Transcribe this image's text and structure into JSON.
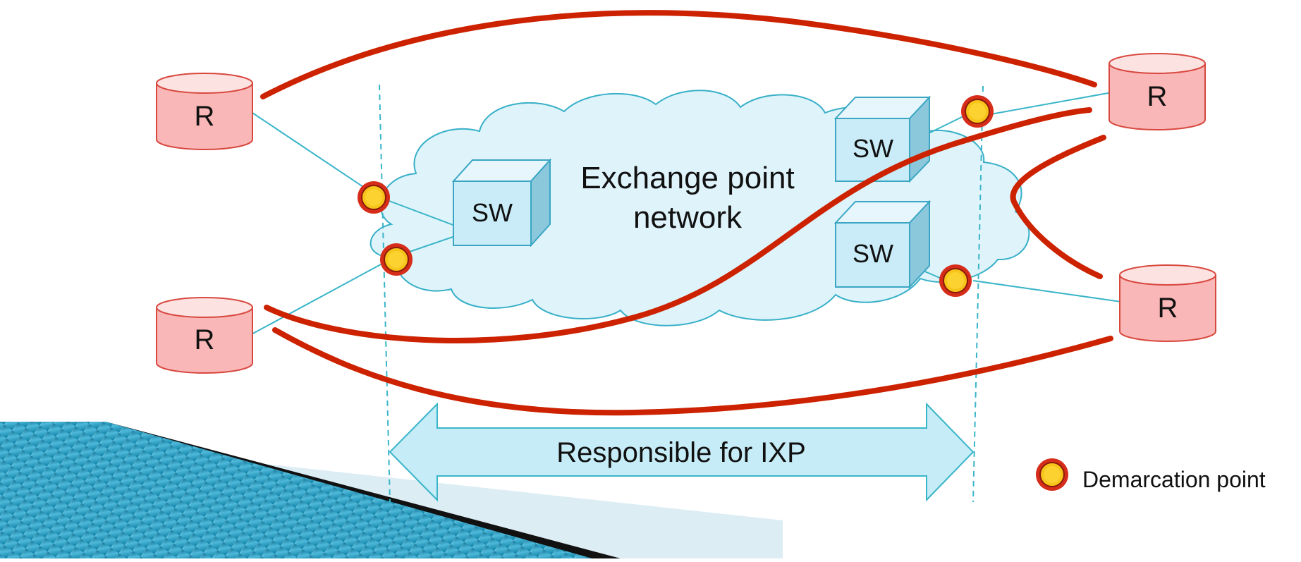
{
  "diagram": {
    "cloud_label_line1": "Exchange point",
    "cloud_label_line2": "network",
    "switch_label": "SW",
    "router_label": "R",
    "responsibility_label": "Responsible for IXP",
    "legend_label": "Demarcation point"
  },
  "colors": {
    "cloud_fill": "#dff3fa",
    "cloud_stroke": "#38b0c8",
    "switch_front": "#c9ecf8",
    "switch_top": "#e6f6fc",
    "switch_side": "#8cc8dc",
    "switch_stroke": "#3aa6c4",
    "router_fill": "#f9b7b7",
    "router_top": "#fde2e2",
    "router_stroke": "#d8483f",
    "session_line": "#cc2200",
    "link_line": "#3ab5c9",
    "demarc_outer": "#d62d1a",
    "demarc_inner": "#f7c41a",
    "arrow_fill": "#c6ecf7",
    "arrow_stroke": "#3ab5c9",
    "slide_dark": "#0d86a9",
    "slide_light": "#d9ecf3"
  }
}
